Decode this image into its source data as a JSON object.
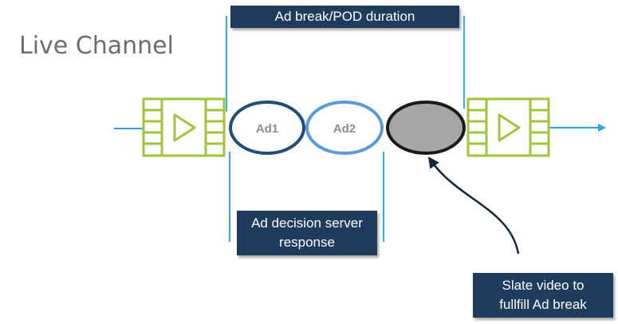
{
  "title": "Live Channel",
  "pod_callout": "Ad break/POD duration",
  "ads_callout": [
    "Ad decision server",
    "response"
  ],
  "slate_callout": [
    "Slate video to",
    "fullfill Ad break"
  ],
  "ads": [
    "Ad1",
    "Ad2"
  ],
  "colors": {
    "player": "#a3c33a",
    "flow_arrow": "#2aa6dc",
    "boundary": "#2fb3e3",
    "ad1": "#1f4e79",
    "ad2": "#5b9bd5",
    "slate_fill": "#a6a6a6",
    "callout_bg": "#1f3c5e",
    "pointer": "#13263c",
    "title": "#6d6d6d"
  },
  "icons": {
    "player": "film-play-icon"
  }
}
